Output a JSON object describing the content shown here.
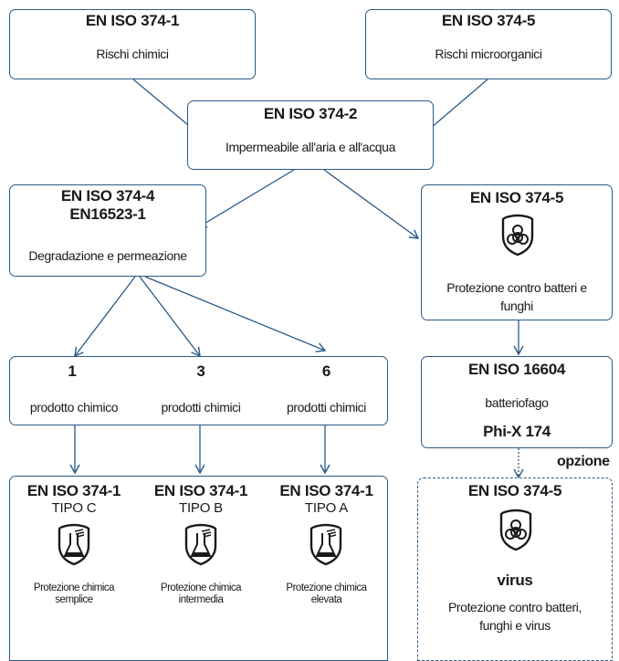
{
  "colors": {
    "border": "#2a5a86",
    "line": "#2a5a86",
    "text": "#1a1a1a"
  },
  "box_374_1_top": {
    "title": "EN ISO 374-1",
    "subtitle": "Rischi chimici"
  },
  "box_374_5_top": {
    "title": "EN ISO 374-5",
    "subtitle": "Rischi microorganici"
  },
  "box_374_2": {
    "title": "EN ISO 374-2",
    "subtitle": "Impermeabile all'aria e all'acqua"
  },
  "box_374_4": {
    "title_1": "EN ISO 374-4",
    "title_2": "EN16523-1",
    "subtitle": "Degradazione e permeazione"
  },
  "box_374_5_mid": {
    "title": "EN ISO 374-5",
    "icon": "biohazard-shield-icon",
    "subtitle": "Protezione contro batteri e funghi"
  },
  "box_counts": {
    "items": [
      {
        "number": "1",
        "label": "prodotto chimico"
      },
      {
        "number": "3",
        "label": "prodotti chimici"
      },
      {
        "number": "6",
        "label": "prodotti chimici"
      }
    ]
  },
  "box_16604": {
    "title": "EN ISO 16604",
    "line_1": "batteriofago",
    "line_2": "Phi-X 174"
  },
  "option_label": "opzione",
  "box_types": {
    "items": [
      {
        "title": "EN ISO 374-1",
        "type": "TIPO C",
        "icon": "chemical-flask-shield-icon",
        "desc": "Protezione chimica semplice"
      },
      {
        "title": "EN ISO 374-1",
        "type": "TIPO B",
        "icon": "chemical-flask-shield-icon",
        "desc": "Protezione chimica intermedia"
      },
      {
        "title": "EN ISO 374-1",
        "type": "TIPO A",
        "icon": "chemical-flask-shield-icon",
        "desc": "Protezione chimica elevata"
      }
    ]
  },
  "box_virus": {
    "title": "EN ISO 374-5",
    "icon": "biohazard-shield-icon",
    "emphasis": "virus",
    "desc": "Protezione contro batteri, funghi e virus"
  }
}
